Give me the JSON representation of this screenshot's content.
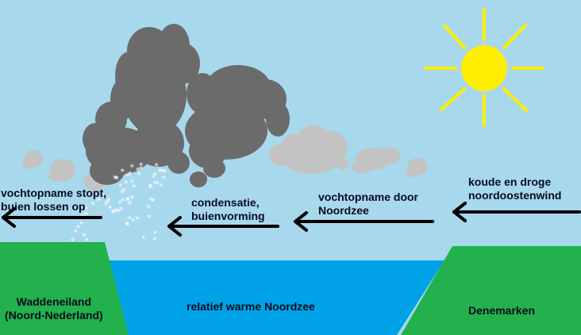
{
  "colors": {
    "sky": "#a8d8ec",
    "land": "#22b14c",
    "sea": "#00a2e8",
    "sun": "#ffee00",
    "storm_cloud": "#6b6b6b",
    "light_cloud": "#c3c3c3",
    "snow": "#ffffff",
    "arrow": "#000000"
  },
  "labels": {
    "wind_source": [
      "koude en droge",
      "noordoostenwind"
    ],
    "moisture_uptake": [
      "vochtopname door",
      "Noordzee"
    ],
    "condensation": [
      "condensatie,",
      "buienvorming"
    ],
    "showers_end": [
      "vochtopname stopt,",
      "buien lossen op"
    ],
    "island": [
      "Waddeneiland",
      "(Noord-Nederland)"
    ],
    "sea": "relatief warme Noordzee",
    "denmark": "Denemarken"
  }
}
